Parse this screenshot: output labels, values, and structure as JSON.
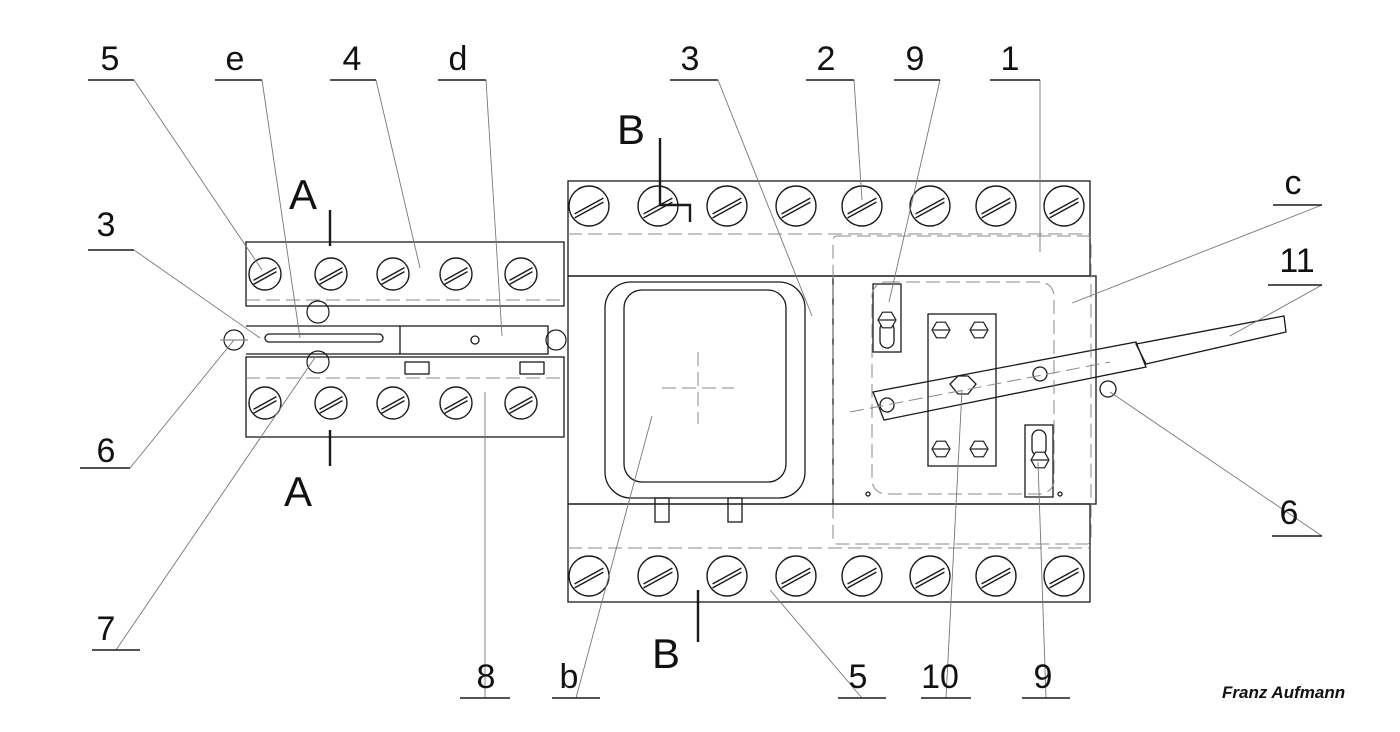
{
  "drawing": {
    "labels": {
      "l5a": "5",
      "le": "e",
      "l4": "4",
      "ld": "d",
      "l3a": "3",
      "l2": "2",
      "l9a": "9",
      "l1": "1",
      "lc": "c",
      "l11": "11",
      "l3b": "3",
      "l6a": "6",
      "l6b": "6",
      "l7": "7",
      "l8": "8",
      "lb": "b",
      "l5b": "5",
      "l10": "10",
      "l9b": "9"
    },
    "sections": {
      "a_top": "A",
      "a_bottom": "A",
      "b_top": "B",
      "b_bottom": "B"
    },
    "author": "Franz Aufmann"
  },
  "colors": {
    "line": "#1a1a1a",
    "thin": "#555555",
    "hidden": "#8a8a8a",
    "fill": "#ffffff"
  }
}
